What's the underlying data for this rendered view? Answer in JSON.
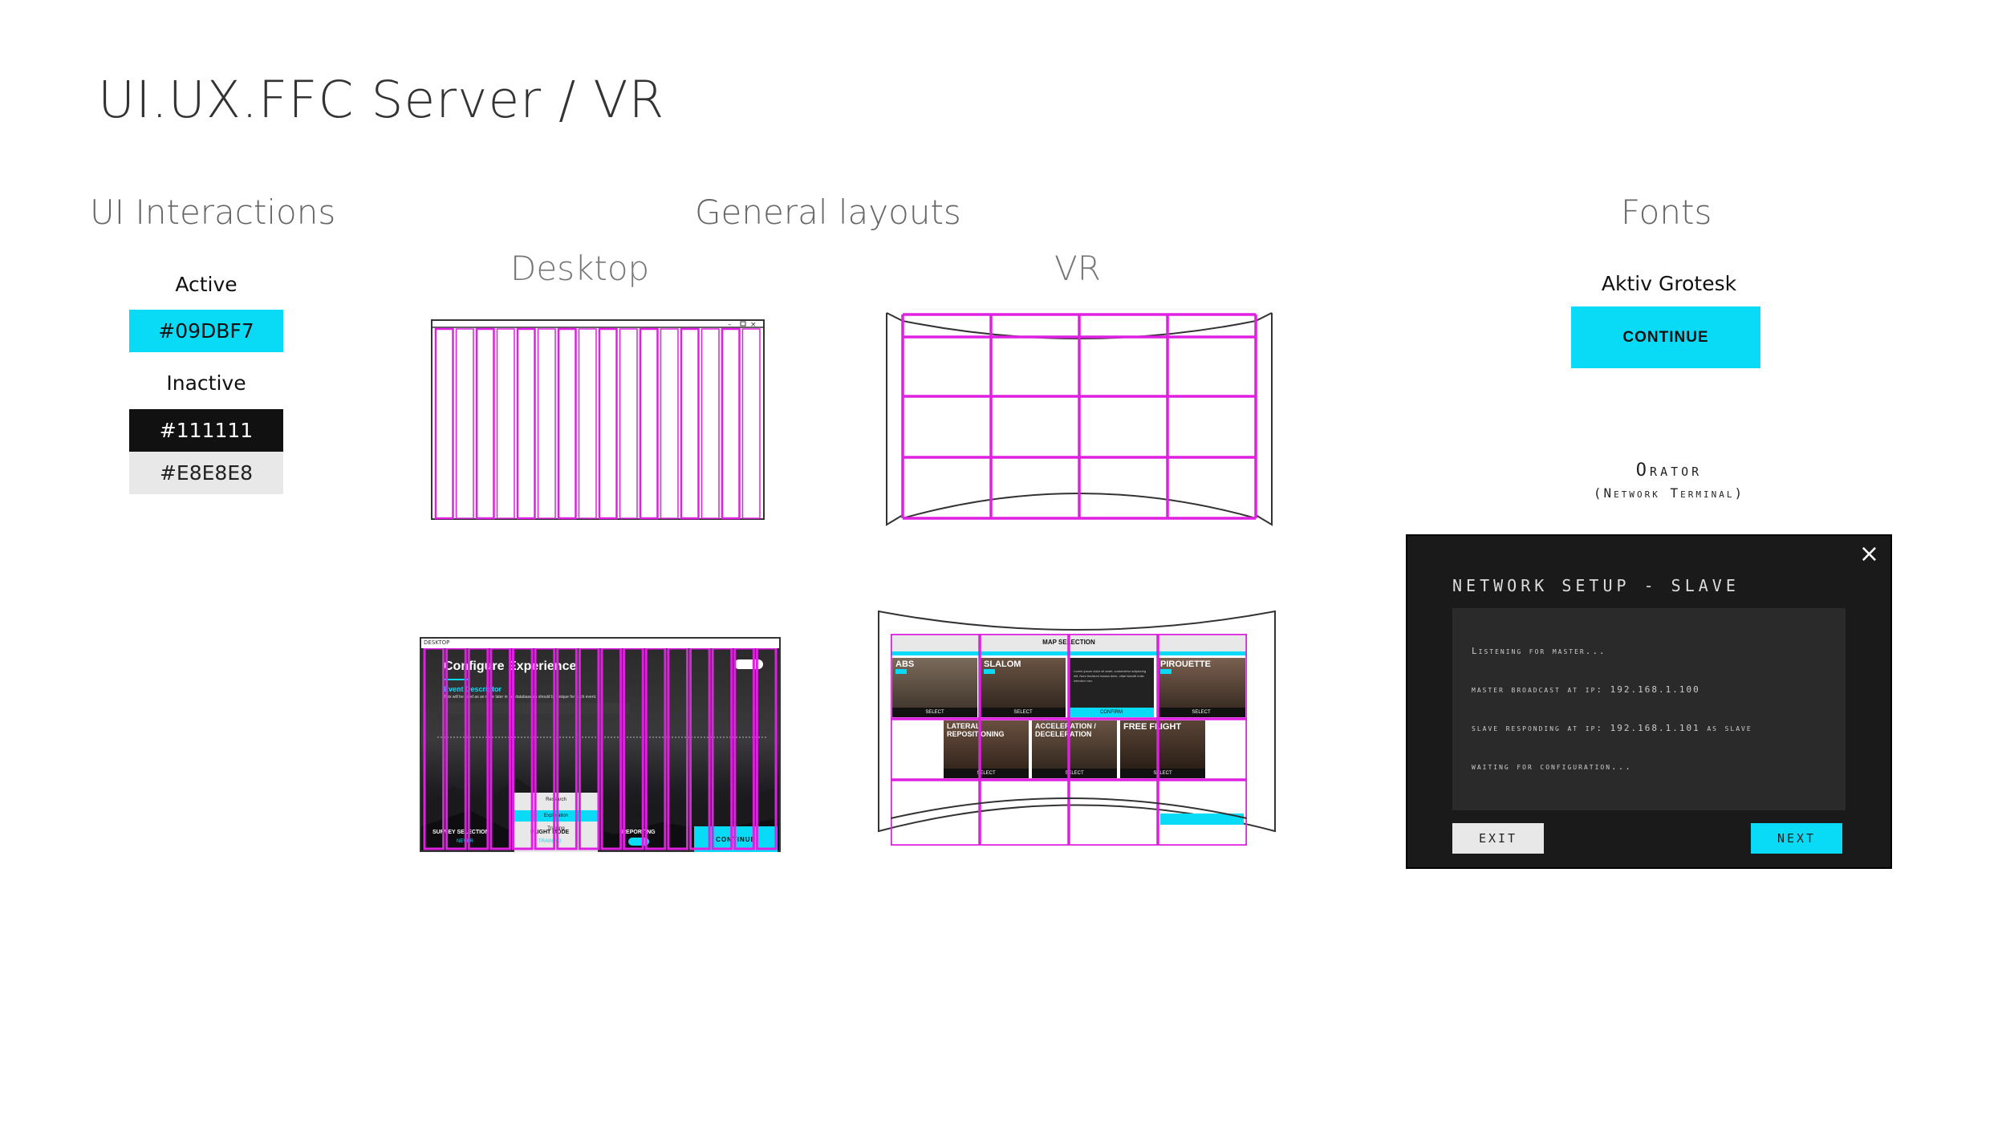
{
  "page": {
    "title": "UI.UX.FFC Server / VR"
  },
  "sections": {
    "interactions": "UI Interactions",
    "layouts": "General layouts",
    "fonts": "Fonts"
  },
  "interactions": {
    "active_label": "Active",
    "active_color": "#09DBF7",
    "inactive_label": "Inactive",
    "inactive_colors": [
      "#111111",
      "#E8E8E8"
    ]
  },
  "layouts": {
    "desktop_label": "Desktop",
    "vr_label": "VR",
    "desktop_mock": {
      "window_title": "DESKTOP",
      "heading": "Configure Experience",
      "sub": "Event Descriptor",
      "desc": "This will be used as an id for later in the database so should be unique for each event.",
      "popup": [
        "Research",
        "Exploration",
        "Training"
      ],
      "bottom": [
        "SURVEY SELECTION",
        "FLIGHT MODE",
        "REPORTING"
      ],
      "bottom_values": [
        "NEVER",
        "TRAINING"
      ],
      "continue": "CONTINUE"
    },
    "vr_mock": {
      "header": "MAP SELECTION",
      "cards_top": [
        "ABS",
        "SLALOM",
        "",
        "PIROUETTE"
      ],
      "cards_bottom": [
        "LATERAL REPOSITIONING",
        "ACCELERATION / DECELERATION",
        "FREE FLIGHT"
      ],
      "select": "SELECT",
      "confirm": "CONFIRM",
      "center_text": "Lorem ipsum dolor sit amet, consectetur adipiscing elit. Nam tincidunt massa dolor, vitae blandit nulla interdum nec."
    }
  },
  "fonts": {
    "font1_name": "Aktiv Grotesk",
    "font1_sample": "CONTINUE",
    "font2_name": "Orator",
    "font2_sub": "(Network Terminal)"
  },
  "terminal": {
    "title": "NETWORK SETUP - SLAVE",
    "log": [
      "Listening for master...",
      "master broadcast at ip: 192.168.1.100",
      "slave responding at ip: 192.168.1.101 as slave",
      "waiting for configuration..."
    ],
    "exit": "EXIT",
    "next": "NEXT"
  },
  "colors": {
    "accent": "#09DBF7",
    "grid": "#E020E0",
    "dark": "#111111",
    "light": "#E8E8E8"
  }
}
